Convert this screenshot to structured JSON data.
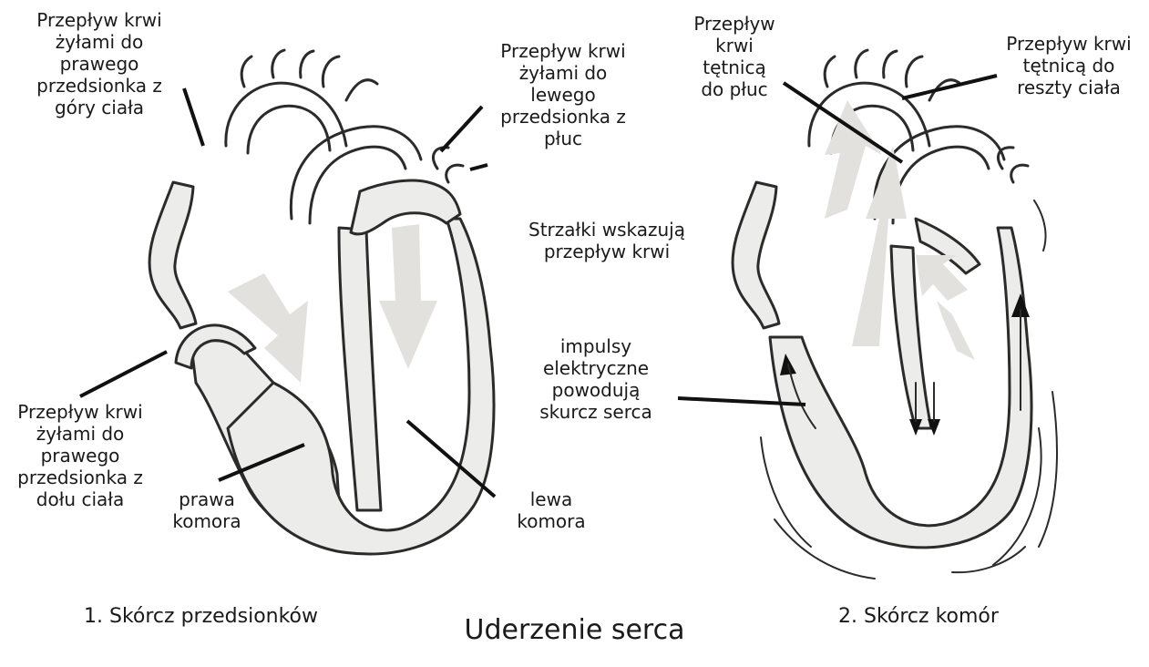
{
  "diagram": {
    "title": "Uderzenie serca",
    "panels": [
      {
        "caption": "1. Skórcz przedsionków"
      },
      {
        "caption": "2. Skórcz komór"
      }
    ],
    "labels": {
      "veins_upper_right_atrium": "Przepływ krwi\nżyłami do\nprawego\nprzedsionka z\ngóry ciała",
      "veins_lungs_left_atrium": "Przepływ krwi\nżyłami do\nlewego\nprzedsionka z\npłuc",
      "veins_lower_right_atrium": "Przepływ krwi\nżyłami do\nprawego\nprzedsionka z\ndołu ciała",
      "right_ventricle": "prawa\nkomora",
      "left_ventricle": "lewa\nkomora",
      "artery_lungs": "Przepływ\nkrwi\ntętnicą\ndo płuc",
      "artery_body": "Przepływ krwi\ntętnicą do\nreszty ciała",
      "arrows_note": "Strzałki wskazują\nprzepływ krwi",
      "electrical_impulses": "impulsy\nelektryczne\npowodują\nskurcz serca"
    }
  }
}
